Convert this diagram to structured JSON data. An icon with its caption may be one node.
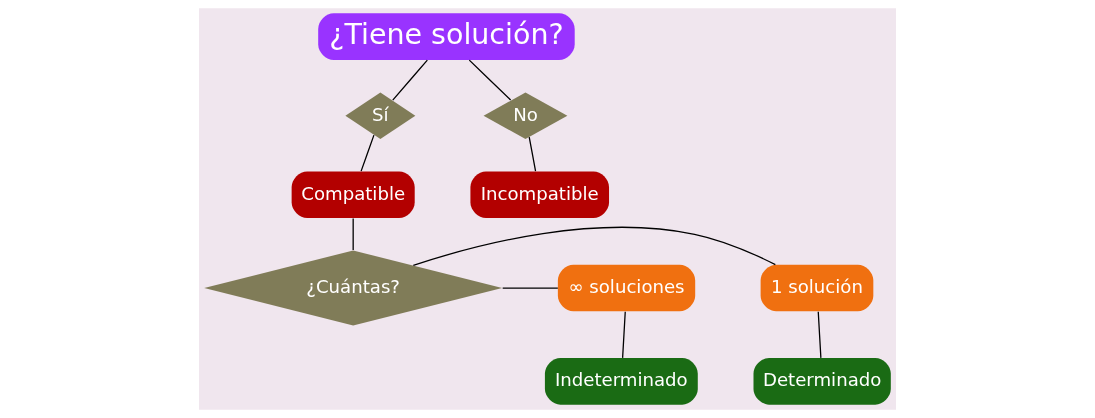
{
  "diagram": {
    "nodes": [
      {
        "text": [
          "¿Tiene solución?"
        ]
      },
      {
        "text": [
          "Sí"
        ]
      },
      {
        "text": [
          "No"
        ]
      },
      {
        "text": [
          "Compatible"
        ]
      },
      {
        "text": [
          "Incompatible"
        ]
      },
      {
        "text": [
          "¿Cuántas?"
        ]
      },
      {
        "text": [
          "1 solución"
        ]
      },
      {
        "text": [
          "∞ soluciones"
        ]
      },
      {
        "text": [
          "Determinado"
        ]
      },
      {
        "text": [
          "Indeterminado"
        ]
      }
    ],
    "edges": [
      {
        "from": 0,
        "to": 1,
        "arrow": "none"
      },
      {
        "from": 0,
        "to": 2,
        "arrow": "none"
      },
      {
        "from": 1,
        "to": 3,
        "arrow": "none"
      },
      {
        "from": 2,
        "to": 4,
        "arrow": "none"
      },
      {
        "from": 3,
        "to": 5,
        "arrow": "none"
      },
      {
        "from": 5,
        "to": 6,
        "arrow": "none"
      },
      {
        "from": 5,
        "to": 7,
        "arrow": "none"
      },
      {
        "from": 6,
        "to": 8,
        "arrow": "none"
      },
      {
        "from": 7,
        "to": 9,
        "arrow": "none"
      }
    ]
  }
}
